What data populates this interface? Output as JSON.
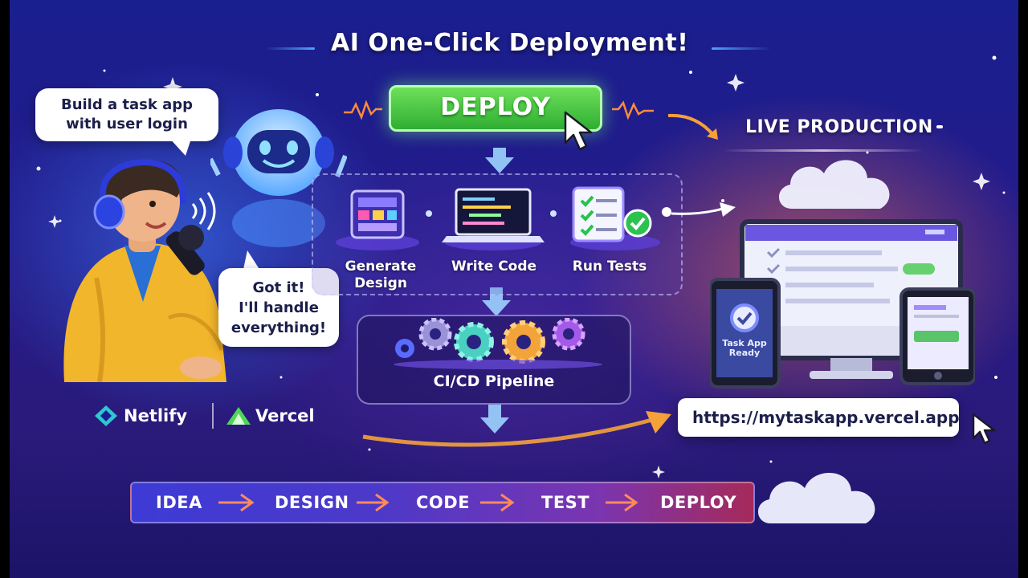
{
  "title": "AI One-Click Deployment!",
  "user_prompt": {
    "line1": "Build a task app",
    "line2": "with user login"
  },
  "ai_reply": {
    "line1": "Got it!",
    "line2": "I'll handle",
    "line3": "everything!"
  },
  "deploy_button": "DEPLOY",
  "steps": [
    {
      "label_line1": "Generate",
      "label_line2": "Design"
    },
    {
      "label_line1": "Write Code"
    },
    {
      "label_line1": "Run Tests"
    }
  ],
  "pipeline_label": "CI/CD Pipeline",
  "live_label": "LIVE PRODUCTION",
  "phone_status": {
    "line1": "Task App",
    "line2": "Ready"
  },
  "url": "https://mytaskapp.vercel.app",
  "brands": [
    "Netlify",
    "Vercel"
  ],
  "flow": [
    "IDEA",
    "DESIGN",
    "CODE",
    "TEST",
    "DEPLOY"
  ],
  "colors": {
    "deploy_green": "#3cc23f",
    "flow_start": "#3d3bd6",
    "flow_end": "#a52a5a",
    "accent_orange": "#f5a13a"
  }
}
